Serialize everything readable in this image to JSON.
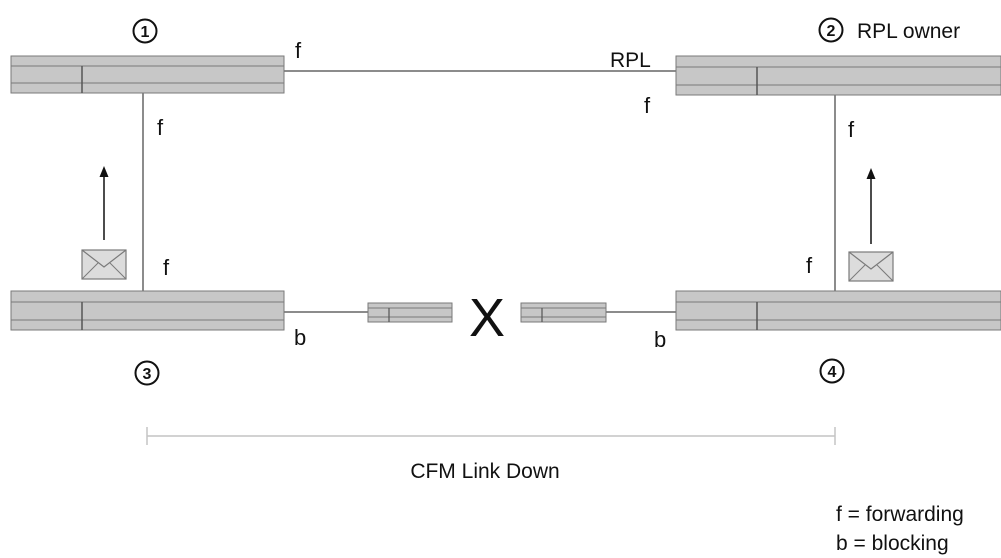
{
  "nodes": [
    {
      "id": "1",
      "label": "1"
    },
    {
      "id": "2",
      "label": "2",
      "role": "RPL owner"
    },
    {
      "id": "3",
      "label": "3"
    },
    {
      "id": "4",
      "label": "4"
    }
  ],
  "port_states": {
    "node1_right": "f",
    "node1_down": "f",
    "node2_left": "f",
    "node2_down": "f",
    "node3_up": "f",
    "node3_right": "b",
    "node4_up": "f",
    "node4_left": "b"
  },
  "links": {
    "rpl_label": "RPL",
    "break_mark": "X"
  },
  "span_label": "CFM Link Down",
  "legend": [
    "f = forwarding",
    "b = blocking"
  ],
  "colors": {
    "switch_fill": "#c7c7c7",
    "switch_stroke": "#7a7a7a",
    "link": "#8c8c8c",
    "envelope_fill": "#dcdcdc",
    "text": "#111111"
  }
}
